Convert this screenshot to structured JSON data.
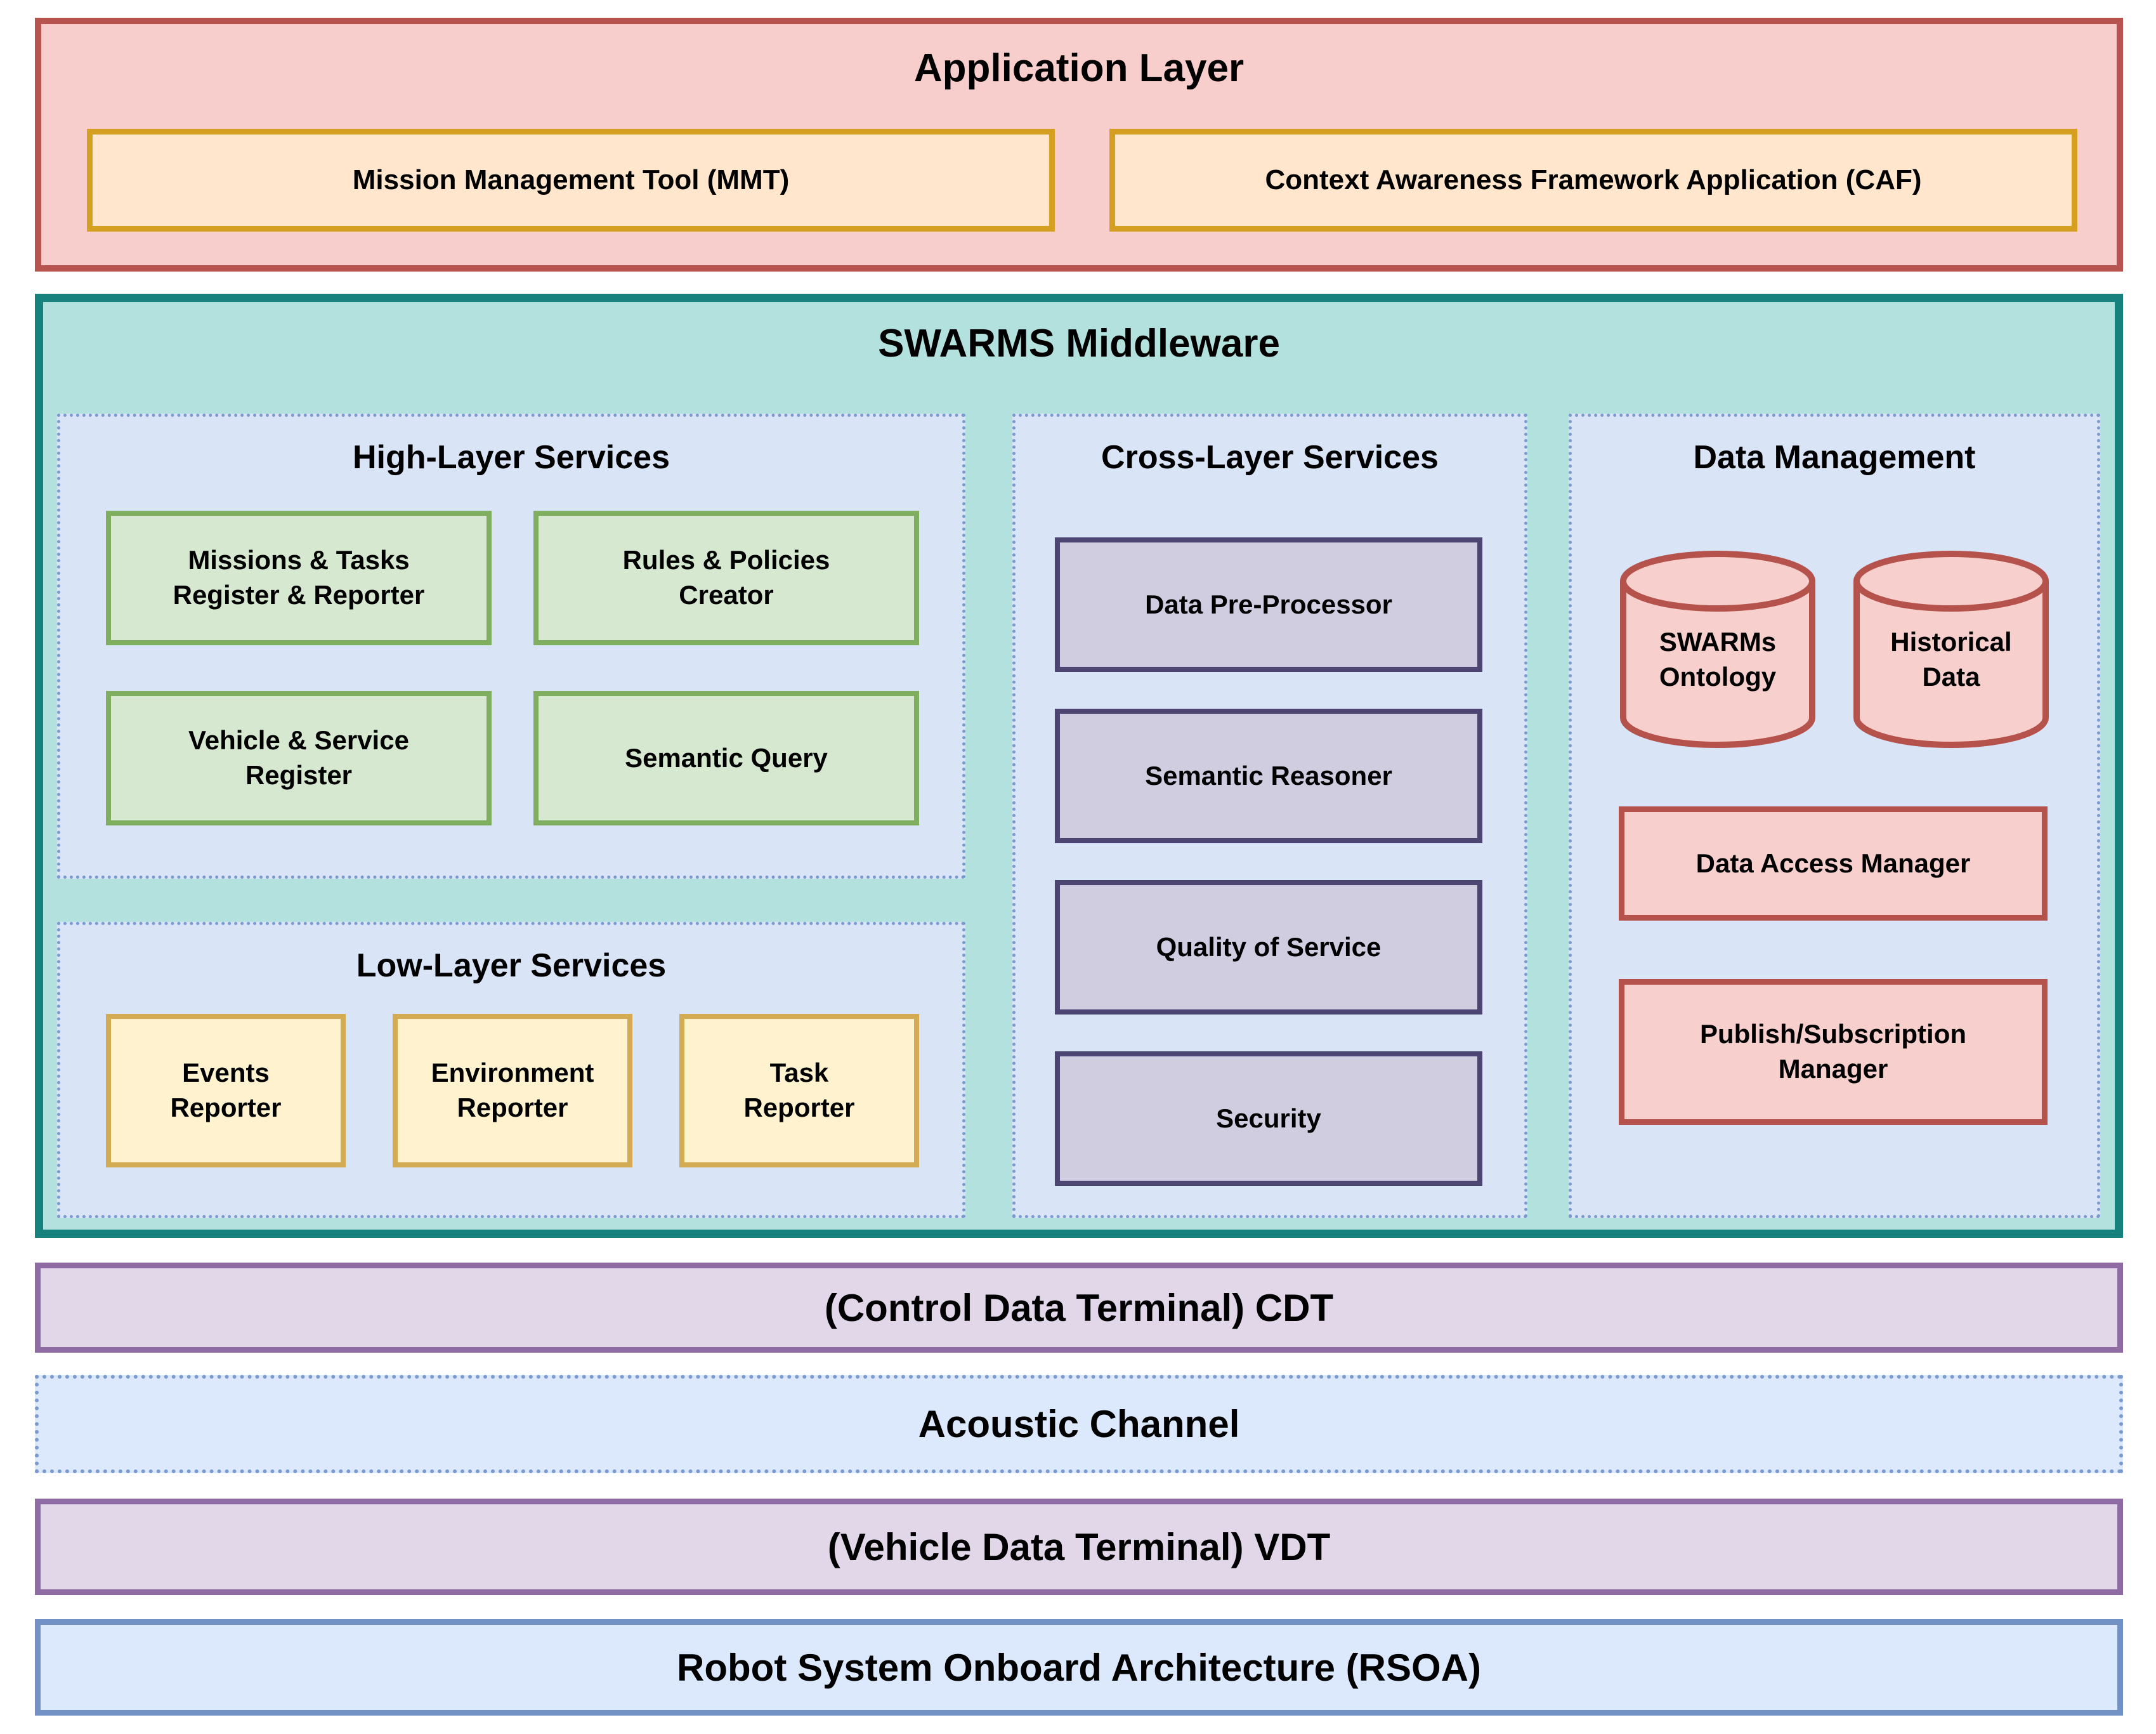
{
  "application_layer": {
    "title": "Application Layer",
    "boxes": [
      {
        "label": "Mission Management Tool (MMT)"
      },
      {
        "label": "Context Awareness Framework Application (CAF)"
      }
    ]
  },
  "middleware": {
    "title": "SWARMS Middleware",
    "high_layer": {
      "title": "High-Layer Services",
      "boxes": [
        "Missions & Tasks\nRegister & Reporter",
        "Rules & Policies\nCreator",
        "Vehicle & Service\nRegister",
        "Semantic Query"
      ]
    },
    "low_layer": {
      "title": "Low-Layer Services",
      "boxes": [
        "Events\nReporter",
        "Environment\nReporter",
        "Task\nReporter"
      ]
    },
    "cross_layer": {
      "title": "Cross-Layer Services",
      "boxes": [
        "Data Pre-Processor",
        "Semantic Reasoner",
        "Quality of Service",
        "Security"
      ]
    },
    "data_management": {
      "title": "Data Management",
      "cylinders": [
        "SWARMs\nOntology",
        "Historical\nData"
      ],
      "boxes": [
        "Data Access Manager",
        "Publish/Subscription\nManager"
      ]
    }
  },
  "bottom_layers": [
    {
      "label": "(Control Data Terminal) CDT"
    },
    {
      "label": "Acoustic Channel"
    },
    {
      "label": "(Vehicle Data Terminal) VDT"
    },
    {
      "label": "Robot System Onboard Architecture (RSOA)"
    }
  ],
  "colors": {
    "application_fill": "#f8cecc",
    "application_border": "#b85450",
    "application_box_fill": "#ffe6cc",
    "application_box_border": "#d5a021",
    "middleware_fill": "#b2e1de",
    "middleware_border": "#17827d",
    "panel_fill": "#dae4f7",
    "panel_dotted_border": "#7b9ad0",
    "high_layer_box_fill": "#d6e8d0",
    "high_layer_box_border": "#7fae5e",
    "low_layer_box_fill": "#fff3cf",
    "low_layer_box_border": "#d3ab53",
    "cross_layer_box_fill": "#d1cde1",
    "cross_layer_box_border": "#4d4673",
    "data_box_fill": "#f7d0cd",
    "data_box_border": "#b5524c",
    "terminal_fill": "#e2d7e9",
    "terminal_border": "#8e6ba3",
    "channel_fill": "#dce9fc",
    "channel_border": "#7291c4"
  }
}
